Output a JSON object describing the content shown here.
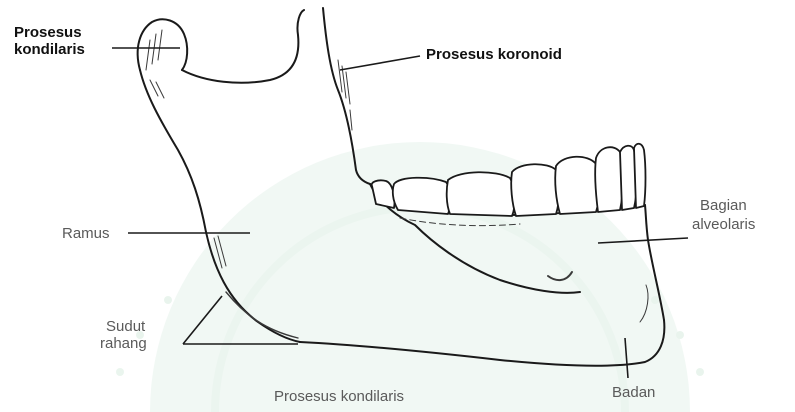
{
  "diagram": {
    "labels": {
      "prosesus_kondilaris_top_line1": "Prosesus",
      "prosesus_kondilaris_top_line2": "kondilaris",
      "prosesus_koronoid": "Prosesus koronoid",
      "ramus": "Ramus",
      "bagian_alveolaris_line1": "Bagian",
      "bagian_alveolaris_line2": "alveolaris",
      "sudut_rahang_line1": "Sudut",
      "sudut_rahang_line2": "rahang",
      "prosesus_kondilaris_bottom": "Prosesus kondilaris",
      "badan": "Badan"
    }
  }
}
